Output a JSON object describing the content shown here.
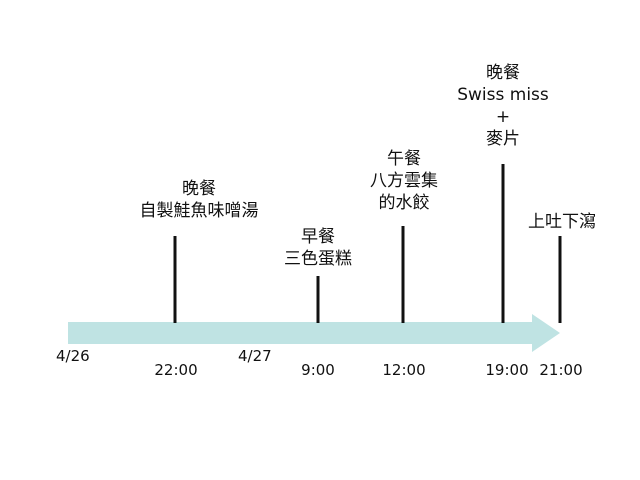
{
  "timeline": {
    "arrow_color": "#bfe3e3",
    "stem_color": "#111111",
    "dates": [
      {
        "label": "4/26"
      },
      {
        "label": "4/27"
      }
    ],
    "events": [
      {
        "time": "22:00",
        "lines": [
          "晚餐",
          "自製鮭魚味噌湯"
        ]
      },
      {
        "time": "9:00",
        "lines": [
          "早餐",
          "三色蛋糕"
        ]
      },
      {
        "time": "12:00",
        "lines": [
          "午餐",
          "八方雲集",
          "的水餃"
        ]
      },
      {
        "time": "19:00",
        "lines": [
          "晚餐",
          "Swiss miss",
          "+",
          "麥片"
        ]
      },
      {
        "time": "21:00",
        "lines": [
          "上吐下瀉"
        ]
      }
    ]
  }
}
